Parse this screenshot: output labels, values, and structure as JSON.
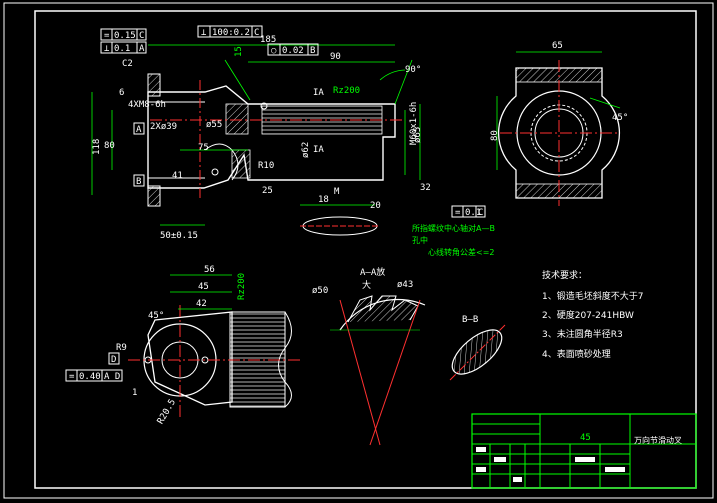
{
  "colors": {
    "background": "#000000",
    "outline": "#ffffff",
    "dimension": "#00ff00",
    "center_line": "#ff3030",
    "hatch": "#ffffff",
    "title_block": "#00ff00"
  },
  "tolerance_frames": {
    "f1": {
      "sym": "=",
      "val": "0.15",
      "ref": "C"
    },
    "f2": {
      "sym": "⊥",
      "val": "0.1",
      "ref": "A"
    },
    "f3": {
      "sym": "⊥",
      "val": "100:0.2",
      "ref": "C"
    },
    "f4": {
      "sym": "○",
      "val": "0.02",
      "ref": "B"
    },
    "f5": {
      "sym": "=",
      "val": "0.1",
      "ref": "C"
    },
    "f6": {
      "sym": "=",
      "val": "0.40",
      "ref": "A D"
    }
  },
  "datums": {
    "a": "A",
    "b": "B",
    "d": "D"
  },
  "dims_main": {
    "d185": "185",
    "d90": "90",
    "d15": "15",
    "c2": "C2",
    "d6": "6",
    "d4xm8": "4XM8-6h",
    "d2x39": "2Xø39",
    "d55": "ø55",
    "d118": "118",
    "d80": "80",
    "d75": "75",
    "d25": "25",
    "d50": "50±0.15",
    "d41": "41",
    "d62": "ø62",
    "d65": "ø65",
    "m60": "M60x1-6h",
    "d18": "18",
    "d20": "20",
    "d32": "32",
    "r10": "R10",
    "rz200": "Rz200",
    "ang90": "90°",
    "ia": "IA",
    "m": "M"
  },
  "dims_end": {
    "d65": "65",
    "d80": "80",
    "ang": "45°"
  },
  "note_lines": [
    "所指螺纹中心轴对A—B",
    "孔中",
    "心线转角公差<=2"
  ],
  "section_aa": {
    "label": "A—A放",
    "sub": "大",
    "d50": "ø50",
    "d43": "ø43"
  },
  "section_bb": {
    "label": "B—B"
  },
  "dims_lower": {
    "d56": "56",
    "d45": "45",
    "d42": "42",
    "ang45": "45°",
    "r9": "R9",
    "d1": "1",
    "r20": "R20.5",
    "rz200": "Rz200"
  },
  "requirements": {
    "title": "技术要求：",
    "items": [
      "1、锻造毛坯斜度不大于7",
      "2、硬度207-241HBW",
      "3、未注圆角半径R3",
      "4、表面喷砂处理"
    ]
  },
  "title_block": {
    "value": "45",
    "name": "万向节滑动叉"
  }
}
